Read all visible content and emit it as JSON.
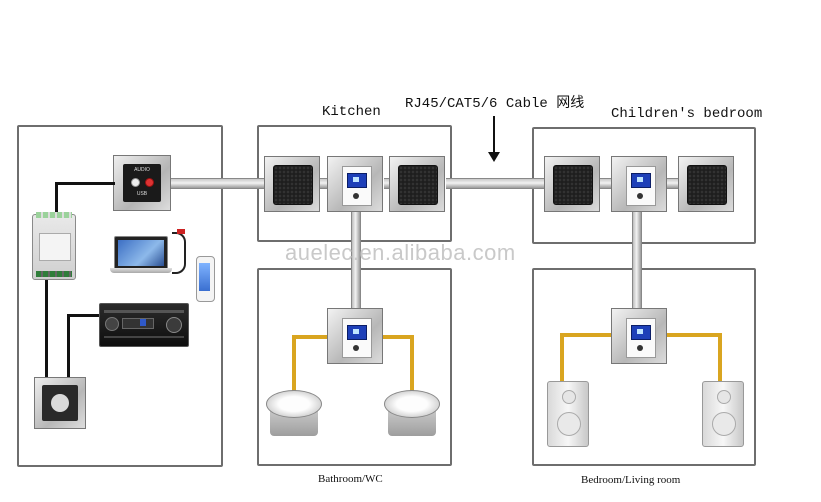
{
  "labels": {
    "cable": "RJ45/CAT5/6 Cable 网线",
    "kitchen": "Kitchen",
    "childrens_bedroom": "Children's bedroom",
    "bathroom": "Bathroom/WC",
    "bedroom_living": "Bedroom/Living room",
    "watermark": "auelec.en.alibaba.com"
  },
  "devices": {
    "audio_panel_text": "AUDIO",
    "usb_text": "USB"
  },
  "colors": {
    "box_border": "#6e6e6e",
    "speaker_wire": "#d9a520",
    "power_wire": "#111111",
    "lcd_screen": "#1d3fb8"
  }
}
